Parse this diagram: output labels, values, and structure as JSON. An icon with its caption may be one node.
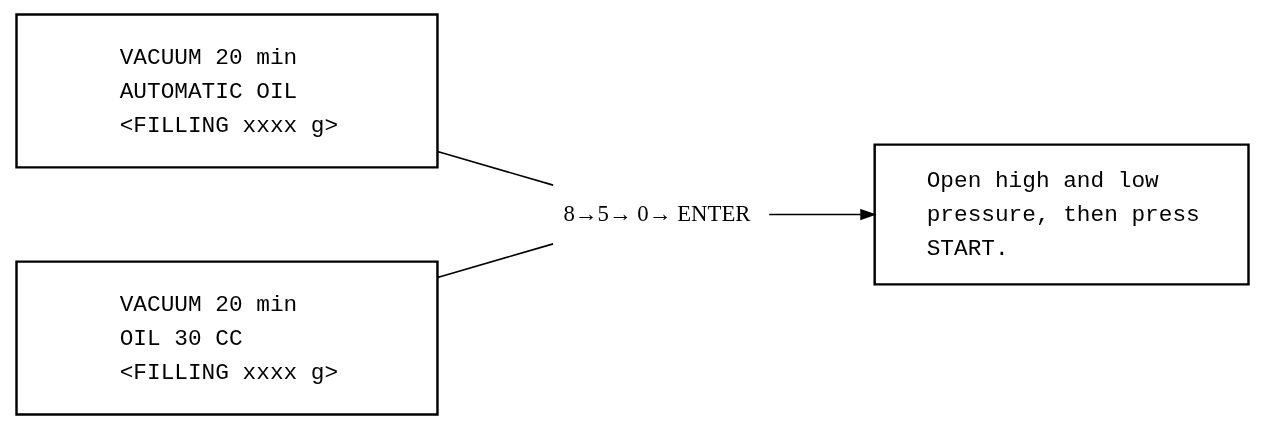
{
  "diagram": {
    "nodes": [
      {
        "text": [
          "VACUUM 20 min",
          "AUTOMATIC OIL",
          "<FILLING xxxx g>"
        ]
      },
      {
        "text": [
          "VACUUM 20 min",
          "OIL 30 CC",
          "<FILLING xxxx g>"
        ]
      },
      {
        "text": [
          "Open high and low pressure, then press START."
        ]
      },
      {
        "text": [
          "8→5→ 0→ ENTER"
        ]
      }
    ],
    "edges": [
      {
        "from": 0,
        "to": 3,
        "arrow": "none"
      },
      {
        "from": 1,
        "to": 3,
        "arrow": "none"
      },
      {
        "from": 3,
        "to": 2,
        "arrow": "to"
      }
    ]
  }
}
